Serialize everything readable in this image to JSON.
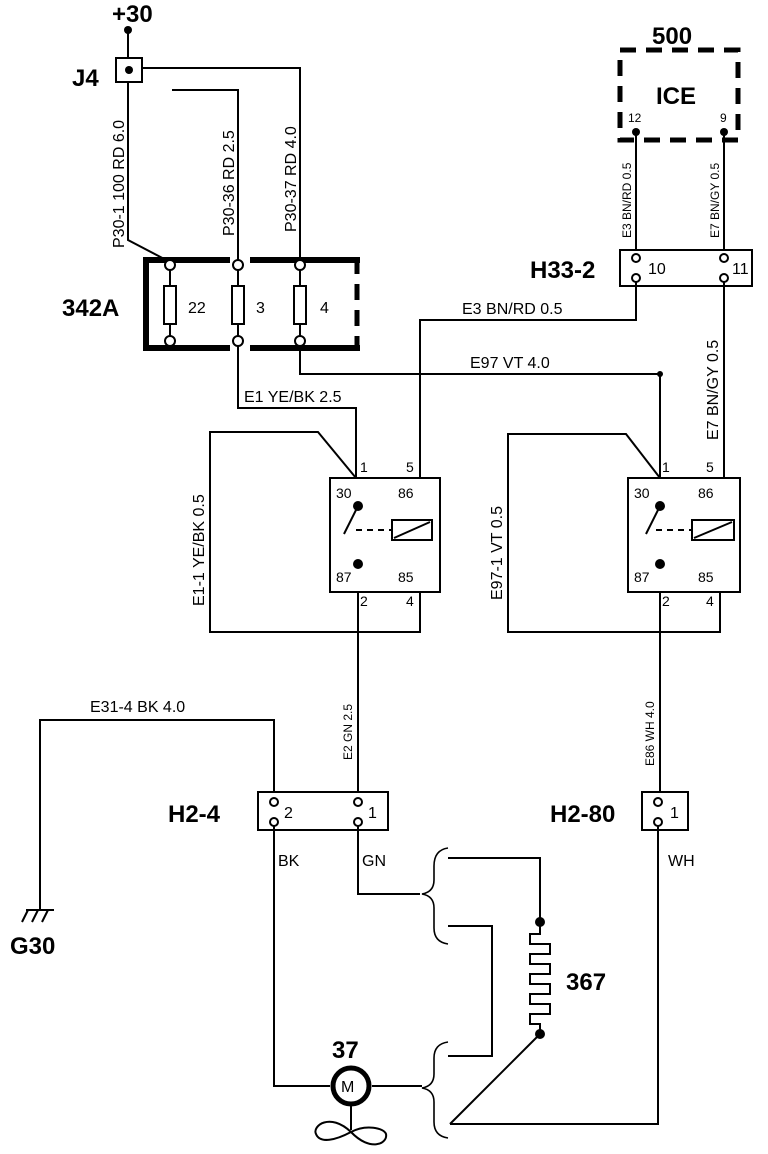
{
  "supply": {
    "voltage": "+30",
    "terminal": "J4"
  },
  "fusebox": {
    "id": "342A",
    "fuses": [
      "22",
      "3",
      "4"
    ],
    "wires": [
      "P30-1 100 RD 6.0",
      "P30-36 RD 2.5",
      "P30-37 RD 4.0"
    ]
  },
  "ice": {
    "id": "500",
    "name": "ICE",
    "pins": [
      "12",
      "9"
    ],
    "wires": [
      "E3 BN/RD 0.5",
      "E7 BN/GY 0.5"
    ]
  },
  "h33": {
    "id": "H33-2",
    "pins": [
      "10",
      "11"
    ],
    "wire_left": "E3 BN/RD 0.5",
    "wire_right": "E7 BN/GY 0.5"
  },
  "wires": {
    "e1": "E1 YE/BK 2.5",
    "e97": "E97 VT 4.0",
    "e1_1": "E1-1 YE/BK 0.5",
    "e97_1": "E97-1 VT 0.5",
    "e2": "E2 GN 2.5",
    "e86": "E86 WH 4.0",
    "e31": "E31-4 BK 4.0"
  },
  "relay": {
    "top_pins": [
      "1",
      "5"
    ],
    "bottom_pins": [
      "2",
      "4"
    ],
    "terms": [
      "30",
      "86",
      "87",
      "85"
    ]
  },
  "h2_4": {
    "id": "H2-4",
    "pins": [
      "2",
      "1"
    ],
    "labels": [
      "BK",
      "GN"
    ]
  },
  "h2_80": {
    "id": "H2-80",
    "pin": "1",
    "label": "WH"
  },
  "ground": "G30",
  "heater": "367",
  "motor": {
    "id": "37",
    "symbol": "M"
  }
}
